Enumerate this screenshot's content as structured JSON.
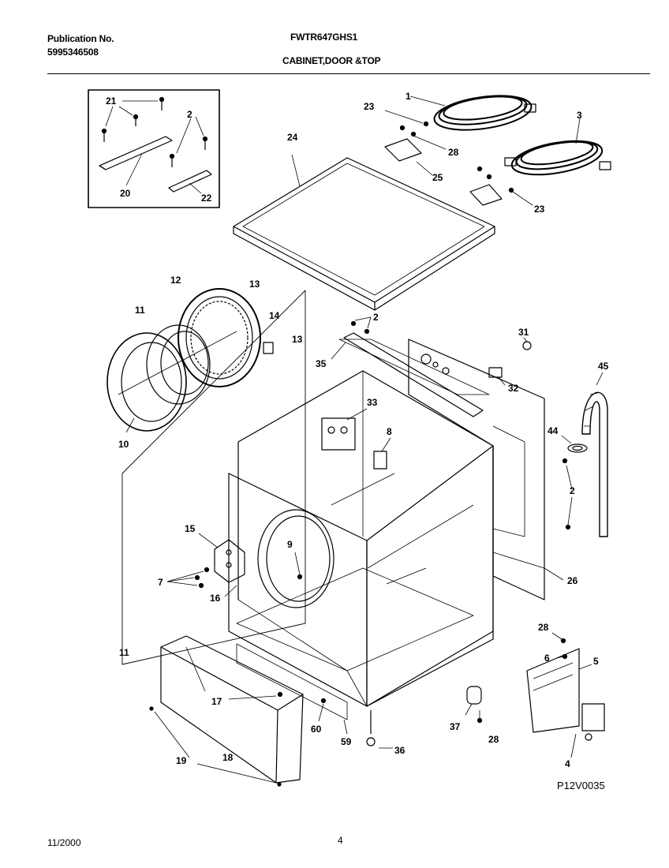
{
  "header": {
    "publication_label": "Publication No.",
    "publication_number": "5995346508",
    "model": "FWTR647GHS1",
    "section_title": "CABINET,DOOR &TOP"
  },
  "footer": {
    "date": "11/2000",
    "page_number": "4",
    "diagram_ref": "P12V0035"
  },
  "callouts": [
    "1",
    "2",
    "3",
    "4",
    "5",
    "6",
    "7",
    "8",
    "9",
    "10",
    "11",
    "12",
    "13",
    "14",
    "15",
    "16",
    "17",
    "18",
    "19",
    "20",
    "21",
    "22",
    "23",
    "24",
    "25",
    "26",
    "28",
    "31",
    "32",
    "33",
    "35",
    "36",
    "37",
    "44",
    "45",
    "59",
    "60"
  ]
}
